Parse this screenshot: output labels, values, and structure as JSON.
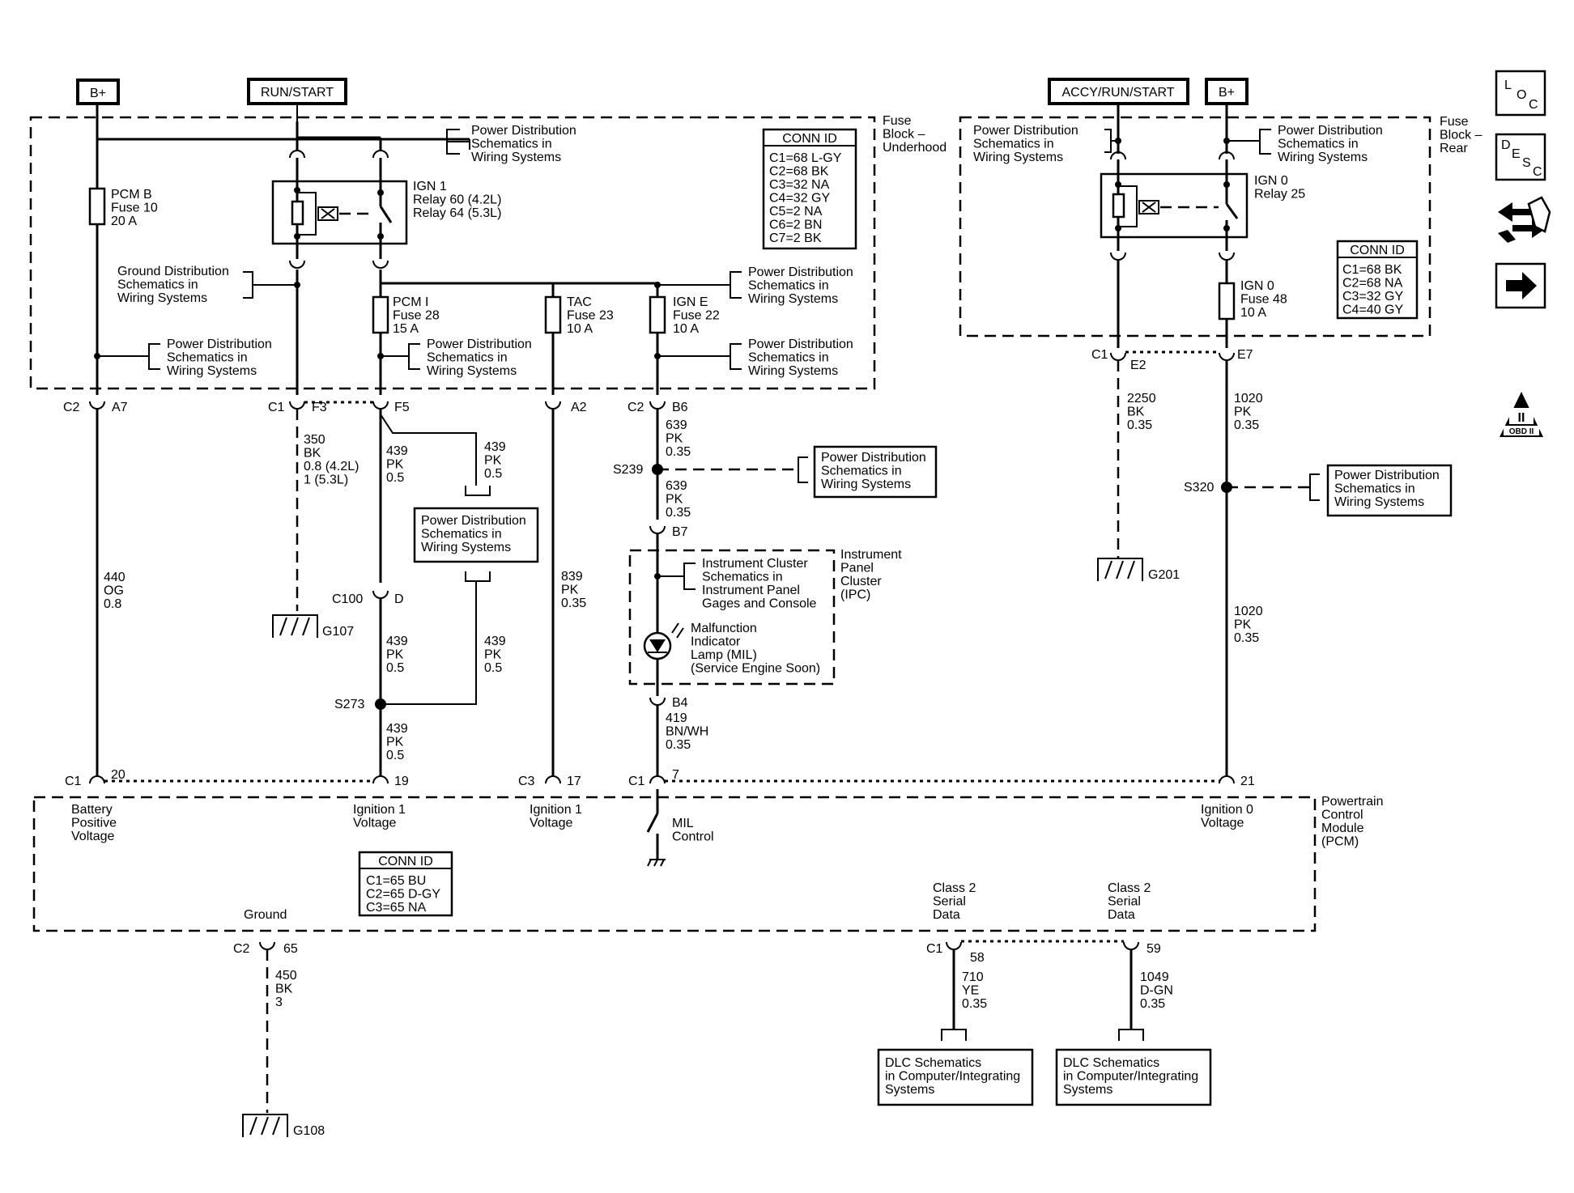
{
  "power_sources": {
    "bplus_left": "B+",
    "run_start": "RUN/START",
    "accy_run_start": "ACCY/RUN/START",
    "bplus_right": "B+"
  },
  "fuse_block_underhood": {
    "label": "Fuse\nBlock –\nUnderhood",
    "pcm_b_fuse": "PCM B\nFuse 10\n20 A",
    "ign1_relay": "IGN 1\nRelay 60 (4.2L)\nRelay 64 (5.3L)",
    "pcm_i_fuse": "PCM I\nFuse 28\n15 A",
    "tac_fuse": "TAC\nFuse 23\n10 A",
    "ign_e_fuse": "IGN E\nFuse 22\n10 A",
    "ground_dist": "Ground Distribution\nSchematics in\nWiring Systems",
    "power_dist": "Power Distribution\nSchematics in\nWiring Systems",
    "conn_id": {
      "title": "CONN ID",
      "items": [
        "C1=68 L-GY",
        "C2=68 BK",
        "C3=32 NA",
        "C4=32 GY",
        "C5=2 NA",
        "C6=2 BN",
        "C7=2 BK"
      ]
    }
  },
  "fuse_block_rear": {
    "label": "Fuse\nBlock –\nRear",
    "ign0_relay": "IGN 0\nRelay 25",
    "ign0_fuse": "IGN 0\nFuse 48\n10 A",
    "power_dist_a": "Power Distribution\nSchematics in\nWiring  Systems",
    "power_dist_b": "Power Distribution\nSchematics in\nWiring  Systems",
    "conn_id": {
      "title": "CONN ID",
      "items": [
        "C1=68 BK",
        "C2=68 NA",
        "C3=32 GY",
        "C4=40 GY"
      ]
    }
  },
  "connectors": {
    "c2_a7": [
      "C2",
      "A7"
    ],
    "c1_f3": [
      "C1",
      "F3"
    ],
    "f5": "F5",
    "a2": "A2",
    "c2_b6": [
      "C2",
      "B6"
    ],
    "c1_e2": [
      "C1",
      "E2"
    ],
    "e7": "E7",
    "b7": "B7",
    "b4": "B4",
    "c100_d": [
      "C100",
      "D"
    ],
    "pcm_c1_20": [
      "C1",
      "20"
    ],
    "pcm_19": "19",
    "pcm_c3_17": [
      "C3",
      "17"
    ],
    "pcm_c1_7": [
      "C1",
      "7"
    ],
    "pcm_21": "21",
    "pcm_c2_65": [
      "C2",
      "65"
    ],
    "pcm_c1_58": [
      "C1",
      "58"
    ],
    "pcm_59": "59"
  },
  "splices": {
    "s239": "S239",
    "s273": "S273",
    "s320": "S320"
  },
  "grounds": {
    "g107": "G107",
    "g201": "G201",
    "g108": "G108"
  },
  "wires": {
    "w440": "440\nOG\n0.8",
    "w350": "350\nBK\n0.8 (4.2L)\n1 (5.3L)",
    "w439": "439\nPK\n0.5",
    "w839": "839\nPK\n0.35",
    "w639": "639\nPK\n0.35",
    "w419": "419\nBN/WH\n0.35",
    "w2250": "2250\nBK\n0.35",
    "w1020": "1020\nPK\n0.35",
    "w450": "450\nBK\n3",
    "w710": "710\nYE\n0.35",
    "w1049": "1049\nD-GN\n0.35"
  },
  "ipc": {
    "label": "Instrument\nPanel\nCluster\n(IPC)",
    "cluster_ref": "Instrument  Cluster\nSchematics in\nInstrument Panel\nGages and Console",
    "mil": "Malfunction\nIndicator\nLamp (MIL)\n(Service Engine Soon)"
  },
  "pcm": {
    "label": "Powertrain\nControl\nModule\n(PCM)",
    "battery_positive": "Battery\nPositive\nVoltage",
    "ign1_voltage_a": "Ignition 1\nVoltage",
    "ign1_voltage_b": "Ignition 1\nVoltage",
    "mil_control": "MIL\nControl",
    "ign0_voltage": "Ignition 0\nVoltage",
    "ground": "Ground",
    "class2_a": "Class 2\nSerial\nData",
    "class2_b": "Class 2\nSerial\nData",
    "conn_id": {
      "title": "CONN ID",
      "items": [
        "C1=65 BU",
        "C2=65 D-GY",
        "C3=65 NA"
      ]
    }
  },
  "refs": {
    "power_dist": "Power Distribution\nSchematics in\nWiring Systems",
    "dlc": "DLC Schematics\nin Computer/Integrating\nSystems"
  },
  "nav_icons": {
    "loc": [
      "L",
      "O",
      "C"
    ],
    "desc": [
      "D",
      "E",
      "S",
      "C"
    ],
    "obd": "OBD II",
    "obd_roman": "II"
  }
}
